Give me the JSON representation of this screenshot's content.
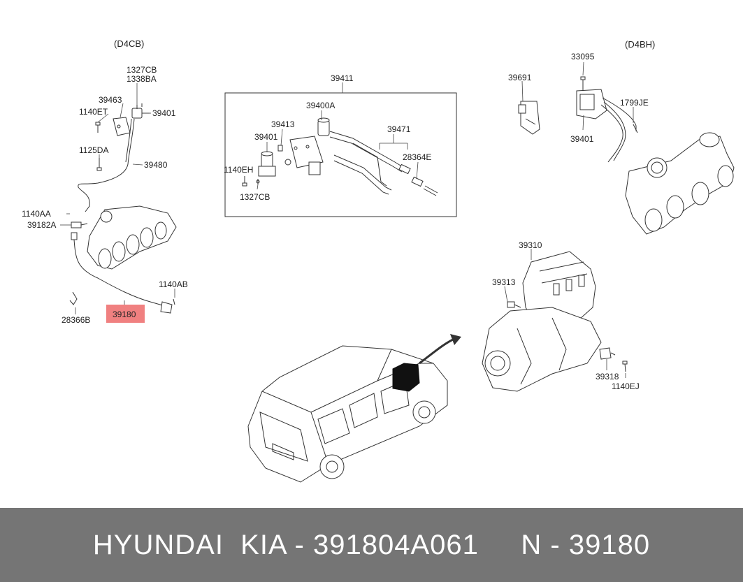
{
  "diagram": {
    "variant_left": "(D4CB)",
    "variant_right": "(D4BH)",
    "highlight_color": "#f08080",
    "labels": {
      "l1327cb_top": "1327CB",
      "l1338ba": "1338BA",
      "l39463": "39463",
      "l1140et": "1140ET",
      "l39401_a": "39401",
      "l1125da": "1125DA",
      "l39480": "39480",
      "l1140aa": "1140AA",
      "l39182a": "39182A",
      "l1140ab": "1140AB",
      "l39180": "39180",
      "l28366b": "28366B",
      "l39411": "39411",
      "l39400a": "39400A",
      "l39413": "39413",
      "l39401_b": "39401",
      "l39471": "39471",
      "l28364e": "28364E",
      "l1140eh": "1140EH",
      "l1327cb_bottom": "1327CB",
      "l39691": "39691",
      "l33095": "33095",
      "l1799je": "1799JE",
      "l39401_c": "39401",
      "l39310": "39310",
      "l39313": "39313",
      "l39318": "39318",
      "l1140ej": "1140EJ"
    }
  },
  "footer": {
    "text": "HYUNDAI  KIA - 391804A061     N - 39180"
  }
}
